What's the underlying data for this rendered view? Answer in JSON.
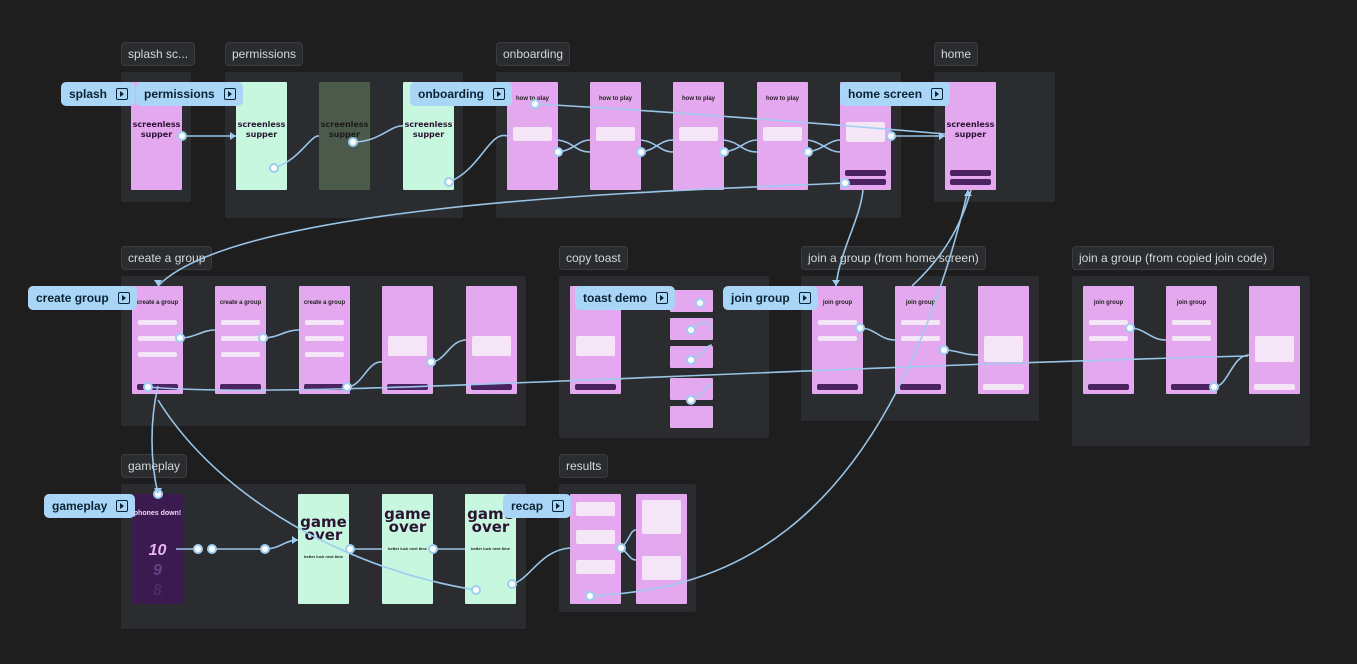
{
  "sections": {
    "splash": "splash sc...",
    "permissions": "permissions",
    "onboarding": "onboarding",
    "home": "home",
    "create_group": "create a group",
    "copy_toast": "copy toast",
    "join_home": "join a group (from home screen)",
    "join_copied": "join a group (from copied join code)",
    "gameplay": "gameplay",
    "results": "results"
  },
  "flows": {
    "splash": "splash",
    "permissions": "permissions",
    "onboarding": "onboarding",
    "home_screen": "home screen",
    "create_group": "create group",
    "toast_demo": "toast demo",
    "join_group": "join group",
    "gameplay": "gameplay",
    "recap": "recap"
  },
  "screens": {
    "logo": "screenless supper",
    "how_to_play": "how to play",
    "create_a_group": "create a group",
    "join_group": "join group",
    "phones_down": "phones down!",
    "countdown": [
      "10",
      "9",
      "8"
    ],
    "game_over": "game over",
    "better_luck": "better luck next time"
  },
  "colors": {
    "canvas": "#1e1e1e",
    "section": "#2a2c2f",
    "pink_frame": "#e3a8ee",
    "mint_frame": "#c8f7df",
    "tag": "#a9d6f7",
    "wire": "#9fcdf2"
  }
}
